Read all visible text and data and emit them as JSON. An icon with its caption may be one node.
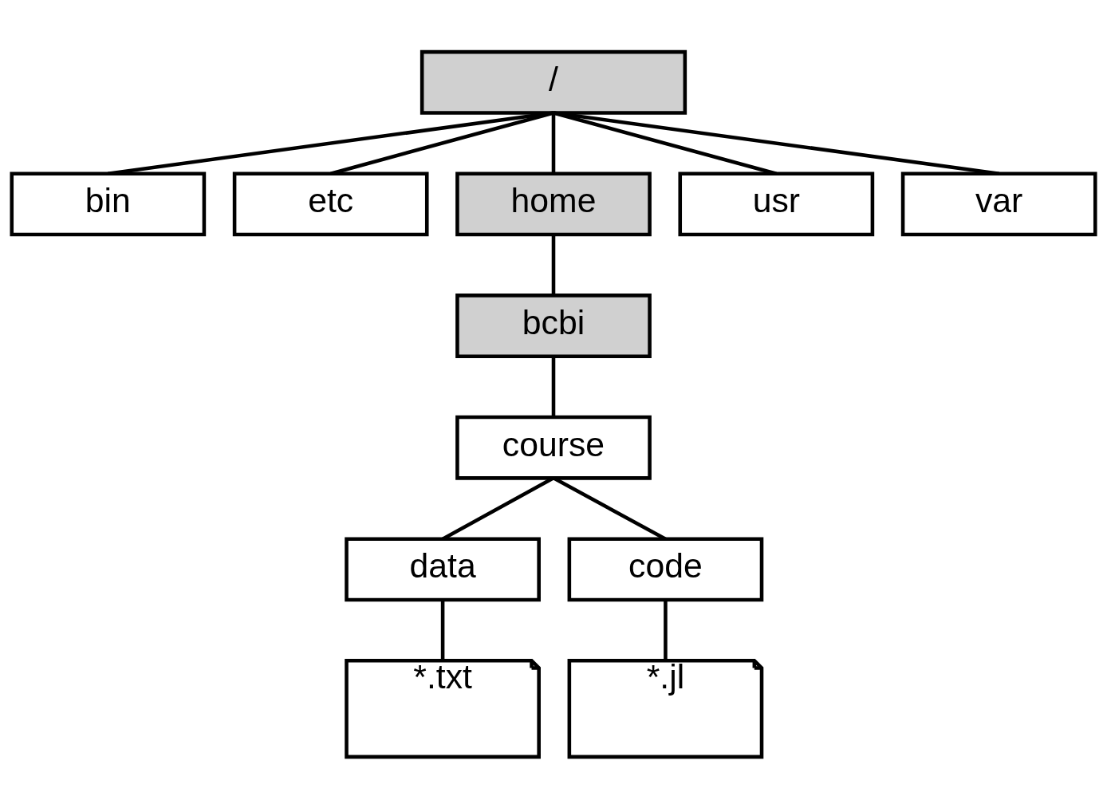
{
  "diagram": {
    "nodes": [
      {
        "text": [
          "/"
        ]
      },
      {
        "text": [
          "bin"
        ]
      },
      {
        "text": [
          "etc"
        ]
      },
      {
        "text": [
          "home"
        ]
      },
      {
        "text": [
          "usr"
        ]
      },
      {
        "text": [
          "var"
        ]
      },
      {
        "text": [
          "bcbi"
        ]
      },
      {
        "text": [
          "course"
        ]
      },
      {
        "text": [
          "data"
        ]
      },
      {
        "text": [
          "code"
        ]
      },
      {
        "text": [
          "*.txt"
        ]
      },
      {
        "text": [
          "*.jl"
        ]
      }
    ],
    "edges": [
      {
        "from": 0,
        "to": 1,
        "arrow": "none"
      },
      {
        "from": 0,
        "to": 2,
        "arrow": "none"
      },
      {
        "from": 0,
        "to": 3,
        "arrow": "none"
      },
      {
        "from": 0,
        "to": 4,
        "arrow": "none"
      },
      {
        "from": 0,
        "to": 5,
        "arrow": "none"
      },
      {
        "from": 3,
        "to": 6,
        "arrow": "none"
      },
      {
        "from": 6,
        "to": 7,
        "arrow": "none"
      },
      {
        "from": 7,
        "to": 8,
        "arrow": "none"
      },
      {
        "from": 7,
        "to": 9,
        "arrow": "none"
      },
      {
        "from": 8,
        "to": 10,
        "arrow": "none"
      },
      {
        "from": 9,
        "to": 11,
        "arrow": "none"
      }
    ]
  }
}
